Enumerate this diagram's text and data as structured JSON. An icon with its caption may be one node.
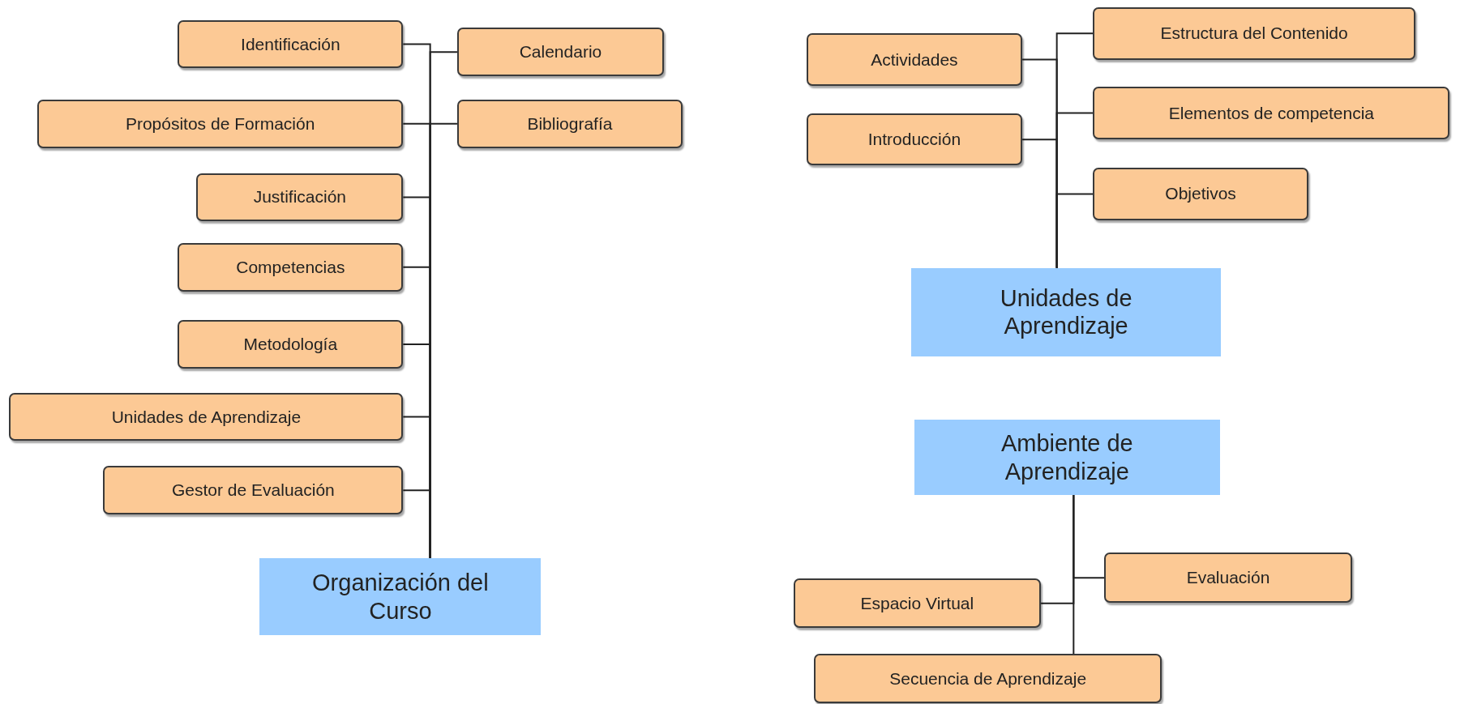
{
  "diagram": {
    "nodes": [
      {
        "text": [
          "Organización del Curso"
        ]
      },
      {
        "text": [
          "Identificación"
        ]
      },
      {
        "text": [
          "Calendario"
        ]
      },
      {
        "text": [
          "Propósitos de Formación"
        ]
      },
      {
        "text": [
          "Bibliografía"
        ]
      },
      {
        "text": [
          "Justificación"
        ]
      },
      {
        "text": [
          "Competencias"
        ]
      },
      {
        "text": [
          "Metodología"
        ]
      },
      {
        "text": [
          "Unidades de Aprendizaje"
        ]
      },
      {
        "text": [
          "Gestor de Evaluación"
        ]
      },
      {
        "text": [
          "Unidades de Aprendizaje"
        ]
      },
      {
        "text": [
          "Actividades"
        ]
      },
      {
        "text": [
          "Estructura del Contenido"
        ]
      },
      {
        "text": [
          "Introducción"
        ]
      },
      {
        "text": [
          "Elementos de competencia"
        ]
      },
      {
        "text": [
          "Objetivos"
        ]
      },
      {
        "text": [
          "Ambiente de Aprendizaje"
        ]
      },
      {
        "text": [
          "Evaluación"
        ]
      },
      {
        "text": [
          "Espacio Virtual"
        ]
      },
      {
        "text": [
          "Secuencia de Aprendizaje"
        ]
      }
    ],
    "edges": [
      {
        "from": 1,
        "to": 0,
        "arrow": "none"
      },
      {
        "from": 2,
        "to": 0,
        "arrow": "none"
      },
      {
        "from": 3,
        "to": 0,
        "arrow": "none"
      },
      {
        "from": 4,
        "to": 0,
        "arrow": "none"
      },
      {
        "from": 5,
        "to": 0,
        "arrow": "none"
      },
      {
        "from": 6,
        "to": 0,
        "arrow": "none"
      },
      {
        "from": 7,
        "to": 0,
        "arrow": "none"
      },
      {
        "from": 8,
        "to": 0,
        "arrow": "none"
      },
      {
        "from": 9,
        "to": 0,
        "arrow": "none"
      },
      {
        "from": 11,
        "to": 10,
        "arrow": "none"
      },
      {
        "from": 12,
        "to": 10,
        "arrow": "none"
      },
      {
        "from": 13,
        "to": 10,
        "arrow": "none"
      },
      {
        "from": 14,
        "to": 10,
        "arrow": "none"
      },
      {
        "from": 15,
        "to": 10,
        "arrow": "none"
      },
      {
        "from": 17,
        "to": 16,
        "arrow": "none"
      },
      {
        "from": 18,
        "to": 16,
        "arrow": "none"
      },
      {
        "from": 19,
        "to": 16,
        "arrow": "none"
      }
    ]
  }
}
